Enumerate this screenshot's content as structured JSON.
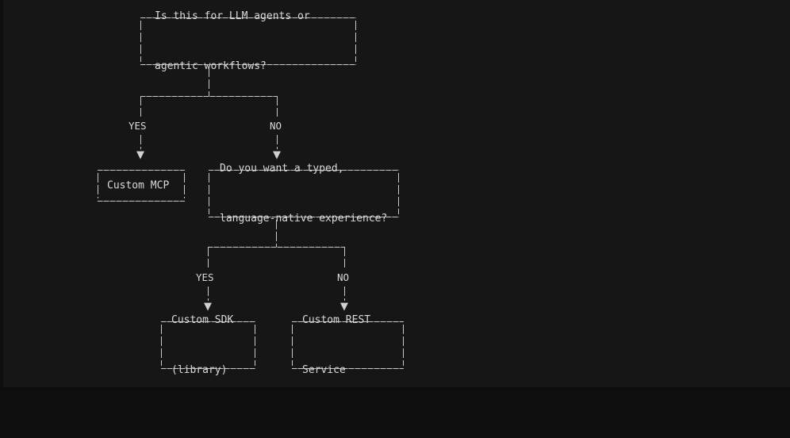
{
  "diagram": {
    "title": "LLM integration decision tree",
    "background_color": "#161616",
    "line_color": "#c9c9c9",
    "text_color": "#d9d9d9",
    "nodes": [
      {
        "id": "root",
        "type": "decision",
        "line1": "Is this for LLM agents or",
        "line2": "agentic workflows?"
      },
      {
        "id": "mcp",
        "type": "outcome",
        "line1": "Custom MCP",
        "line2": ""
      },
      {
        "id": "typed",
        "type": "decision",
        "line1": "Do you want a typed,",
        "line2": "language-native experience?"
      },
      {
        "id": "sdk",
        "type": "outcome",
        "line1": "Custom SDK",
        "line2": "(library)"
      },
      {
        "id": "rest",
        "type": "outcome",
        "line1": "Custom REST",
        "line2": "Service"
      }
    ],
    "edges": [
      {
        "id": "root-yes",
        "label": "YES",
        "from": "root",
        "to": "mcp",
        "arrow": "▼"
      },
      {
        "id": "root-no",
        "label": "NO",
        "from": "root",
        "to": "typed",
        "arrow": "▼"
      },
      {
        "id": "typed-yes",
        "label": "YES",
        "from": "typed",
        "to": "sdk",
        "arrow": "▼"
      },
      {
        "id": "typed-no",
        "label": "NO",
        "from": "typed",
        "to": "rest",
        "arrow": "▼"
      }
    ]
  }
}
